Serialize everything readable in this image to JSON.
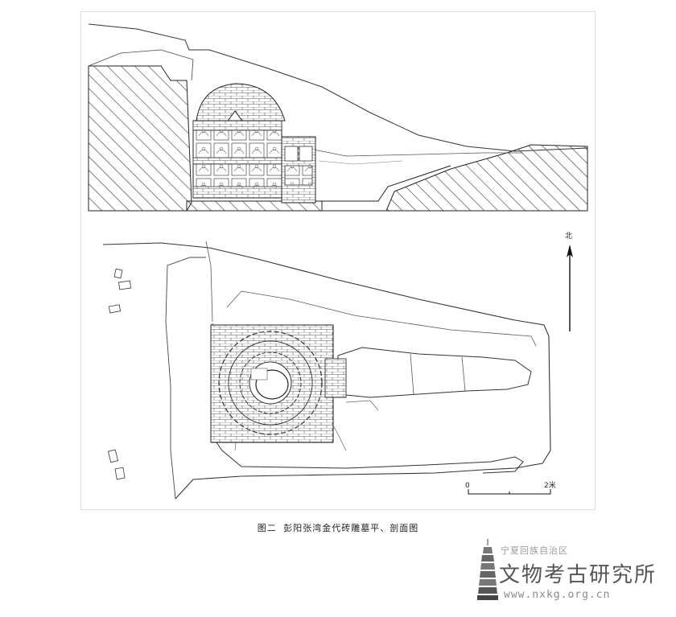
{
  "figure": {
    "north_label": "北",
    "scale_start": "0",
    "scale_end": "2米",
    "caption_number": "图二",
    "caption_text": "彭阳张湾金代砖雕墓平、剖面图"
  },
  "watermark": {
    "region": "宁夏回族自治区",
    "institute": "文物考古研究所",
    "url": "www.nxkg.org.cn"
  }
}
